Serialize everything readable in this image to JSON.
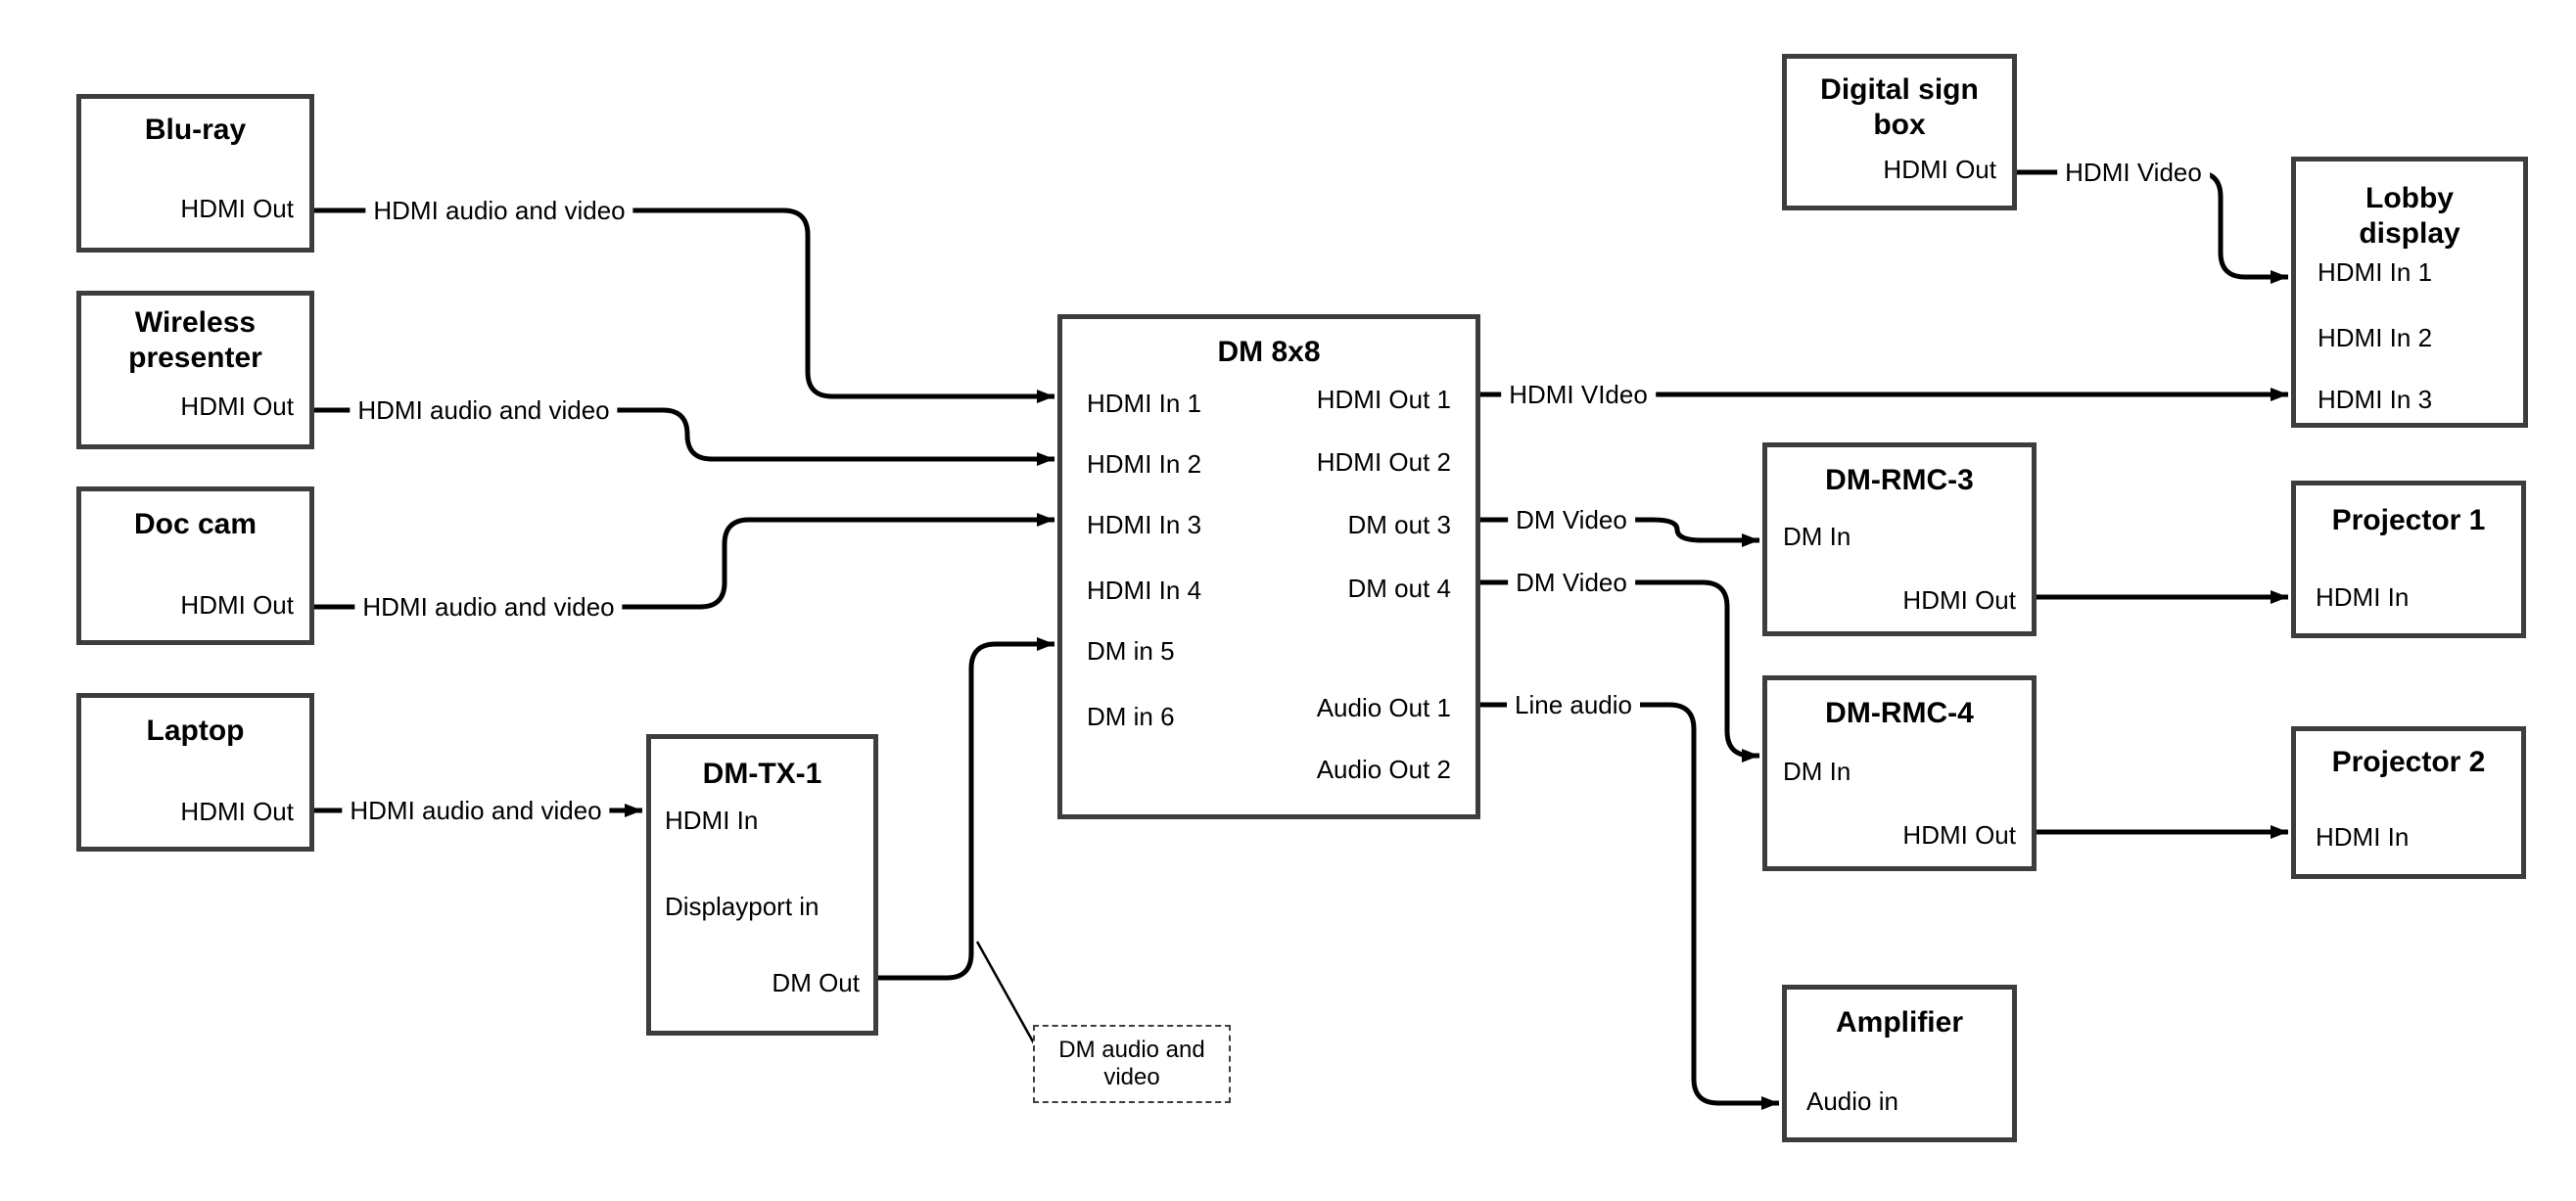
{
  "diagram": {
    "colors": {
      "background": "#ffffff",
      "wire": "#000000",
      "box_border": "#3d3d3d",
      "text": "#000000"
    },
    "nodes": {
      "bluray": {
        "title": "Blu-ray",
        "ports": {
          "hdmi_out": "HDMI Out"
        }
      },
      "wireless_presenter": {
        "title": "Wireless presenter",
        "ports": {
          "hdmi_out": "HDMI Out"
        }
      },
      "doc_cam": {
        "title": "Doc cam",
        "ports": {
          "hdmi_out": "HDMI Out"
        }
      },
      "laptop": {
        "title": "Laptop",
        "ports": {
          "hdmi_out": "HDMI Out"
        }
      },
      "dm_tx_1": {
        "title": "DM-TX-1",
        "ports": {
          "hdmi_in": "HDMI In",
          "displayport_in": "Displayport in",
          "dm_out": "DM Out"
        }
      },
      "dm_8x8": {
        "title": "DM 8x8",
        "ports": {
          "hdmi_in_1": "HDMI In 1",
          "hdmi_in_2": "HDMI In 2",
          "hdmi_in_3": "HDMI In 3",
          "hdmi_in_4": "HDMI In 4",
          "dm_in_5": "DM in 5",
          "dm_in_6": "DM in 6",
          "hdmi_out_1": "HDMI Out 1",
          "hdmi_out_2": "HDMI Out 2",
          "dm_out_3": "DM out 3",
          "dm_out_4": "DM out 4",
          "audio_out_1": "Audio Out 1",
          "audio_out_2": "Audio Out 2"
        }
      },
      "digital_sign_box": {
        "title": "Digital sign box",
        "ports": {
          "hdmi_out": "HDMI Out"
        }
      },
      "lobby_display": {
        "title": "Lobby display",
        "ports": {
          "hdmi_in_1": "HDMI In 1",
          "hdmi_in_2": "HDMI In 2",
          "hdmi_in_3": "HDMI In 3"
        }
      },
      "dm_rmc_3": {
        "title": "DM-RMC-3",
        "ports": {
          "dm_in": "DM In",
          "hdmi_out": "HDMI Out"
        }
      },
      "projector_1": {
        "title": "Projector 1",
        "ports": {
          "hdmi_in": "HDMI In"
        }
      },
      "dm_rmc_4": {
        "title": "DM-RMC-4",
        "ports": {
          "dm_in": "DM In",
          "hdmi_out": "HDMI Out"
        }
      },
      "projector_2": {
        "title": "Projector 2",
        "ports": {
          "hdmi_in": "HDMI In"
        }
      },
      "amplifier": {
        "title": "Amplifier",
        "ports": {
          "audio_in": "Audio in"
        }
      }
    },
    "wire_labels": {
      "bluray_to_dm8x8": "HDMI audio and video",
      "wireless_to_dm8x8": "HDMI audio and video",
      "doc_cam_to_dm8x8": "HDMI audio and video",
      "laptop_to_dm_tx_1": "HDMI audio and video",
      "dm8x8_out1_to_lobby": "HDMI VIdeo",
      "dm8x8_out3_to_rmc3": "DM Video",
      "dm8x8_out4_to_rmc4": "DM Video",
      "dm8x8_audio_to_amplifier": "Line audio",
      "digital_sign_to_lobby": "HDMI Video",
      "dm_tx_callout": "DM audio and video"
    }
  }
}
